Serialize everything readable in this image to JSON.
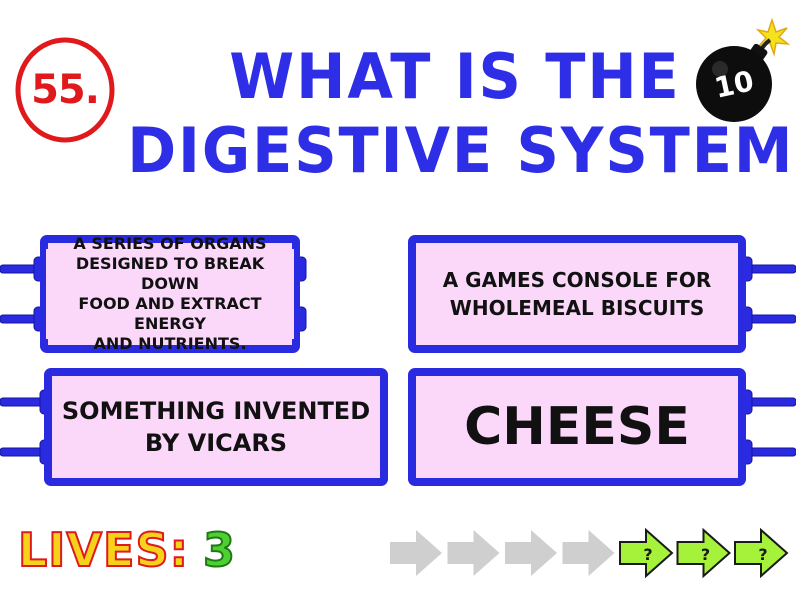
{
  "question": {
    "number": "55.",
    "title_line1": "WHAT IS THE",
    "title_line2": "DIGESTIVE SYSTEM?",
    "number_color": "#e0191c",
    "title_color": "#2e2ee6"
  },
  "timer": {
    "value": "10",
    "icon": "bomb-icon"
  },
  "answers": [
    {
      "id": "a",
      "lines": [
        "A SERIES OF ORGANS",
        "DESIGNED TO BREAK DOWN",
        "FOOD AND EXTRACT ENERGY",
        "AND NUTRIENTS."
      ]
    },
    {
      "id": "b",
      "lines": [
        "A GAMES CONSOLE FOR",
        "WHOLEMEAL BISCUITS"
      ]
    },
    {
      "id": "c",
      "lines": [
        "SOMETHING INVENTED",
        "BY VICARS"
      ]
    },
    {
      "id": "d",
      "lines": [
        "CHEESE"
      ]
    }
  ],
  "lives": {
    "label": "LIVES:",
    "count": "3"
  },
  "progress": {
    "completed": 4,
    "total": 7,
    "remaining_marker": "?",
    "completed_color": "#cfcfcf",
    "remaining_color": "#a6f23a"
  },
  "colors": {
    "panel_frame": "#2a2ae0",
    "panel_fill": "#fbd7fa"
  }
}
